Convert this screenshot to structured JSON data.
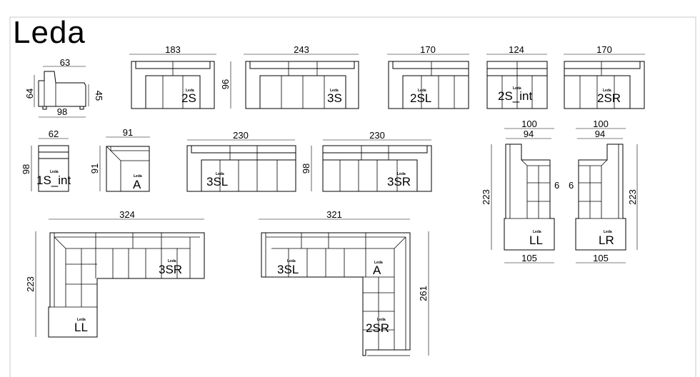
{
  "title": "Leda",
  "brand": "Leda",
  "side_view": {
    "width": "63",
    "depth": "98",
    "height": "64",
    "seat": "45"
  },
  "modules": {
    "m2s": {
      "label": "2S",
      "width": "183",
      "height": "96"
    },
    "m3s": {
      "label": "3S",
      "width": "243"
    },
    "m2sl": {
      "label": "2SL",
      "width": "170"
    },
    "m2sint": {
      "label": "2S_int",
      "width": "124"
    },
    "m2sr": {
      "label": "2SR",
      "width": "170"
    },
    "m1sint": {
      "label": "1S_int",
      "width": "62",
      "height": "98"
    },
    "ma": {
      "label": "A",
      "width": "91",
      "height": "91"
    },
    "m3sl": {
      "label": "3SL",
      "width": "230",
      "height": "98"
    },
    "m3sr": {
      "label": "3SR",
      "width": "230"
    }
  },
  "corner_left": {
    "label_sofa": "3SR",
    "label_end": "LL",
    "width": "324",
    "depth": "223"
  },
  "corner_right": {
    "label_sofa": "3SL",
    "label_corner": "A",
    "label_sofa2": "2SR",
    "width": "321",
    "depth": "261"
  },
  "chaise_ll": {
    "label": "LL",
    "w_outer": "100",
    "w_inner": "94",
    "length": "223",
    "step": "6",
    "w_base": "105"
  },
  "chaise_lr": {
    "label": "LR",
    "w_outer": "100",
    "w_inner": "94",
    "length": "223",
    "step": "6",
    "w_base": "105"
  }
}
